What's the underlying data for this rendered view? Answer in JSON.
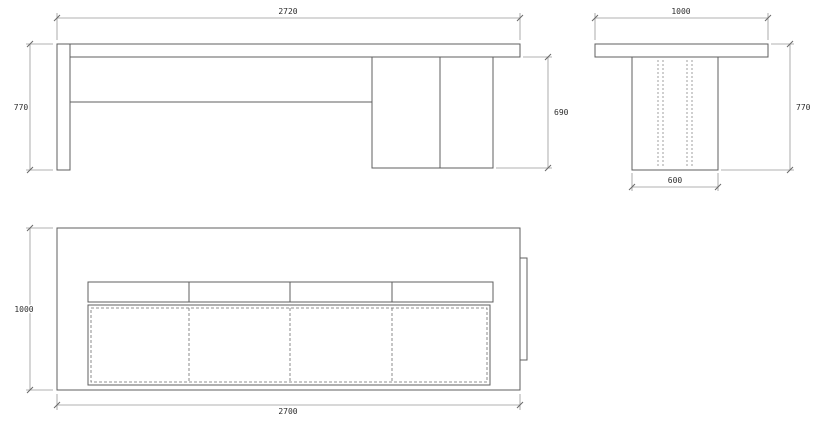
{
  "drawing": {
    "colors": {
      "background": "#ffffff",
      "object_line": "#5f5f5f",
      "dimension_line": "#979797",
      "hidden_line": "#6f6f6f",
      "label_text": "#2e2e2e"
    },
    "front": {
      "width": "2720",
      "height": "770",
      "pedestal_height": "690"
    },
    "side": {
      "width": "1000",
      "height": "770",
      "base_width": "600"
    },
    "plan": {
      "depth": "1000",
      "width": "2700"
    }
  }
}
